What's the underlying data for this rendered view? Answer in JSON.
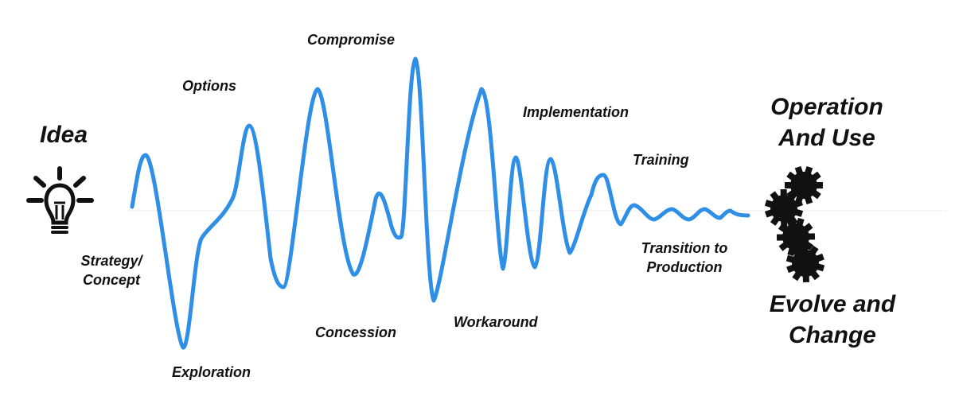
{
  "colors": {
    "wave": "#2F8FE6",
    "text": "#111111",
    "icon": "#111111"
  },
  "icons": {
    "idea": "lightbulb-icon",
    "operation": "gears-icon"
  },
  "labels": {
    "idea": "Idea",
    "strategy_line1": "Strategy/",
    "strategy_line2": "Concept",
    "options": "Options",
    "exploration": "Exploration",
    "compromise": "Compromise",
    "concession": "Concession",
    "workaround": "Workaround",
    "implementation": "Implementation",
    "training": "Training",
    "transition_line1": "Transition to",
    "transition_line2": "Production",
    "operation_line1": "Operation",
    "operation_line2": "And Use",
    "evolve_line1": "Evolve and",
    "evolve_line2": "Change"
  }
}
